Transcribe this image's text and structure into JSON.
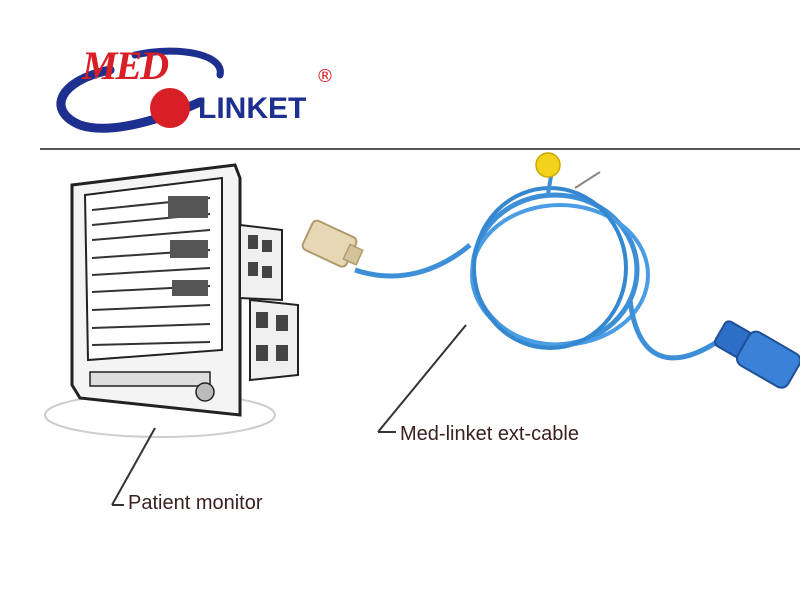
{
  "logo": {
    "brand_top": "MED",
    "brand_bottom": "LINKET",
    "registered_mark": "®",
    "colors": {
      "red": "#d81f26",
      "blue": "#1d2f8f"
    }
  },
  "labels": {
    "patient_monitor": "Patient monitor",
    "ext_cable": "Med-linket ext-cable"
  },
  "colors": {
    "cable": "#3d8fd8",
    "connector_yellow": "#f2d21b",
    "connector_beige": "#e8d7b4",
    "line": "#333333"
  },
  "icons": [
    "patient-monitor-illustration",
    "extension-cable-illustration",
    "medlinket-logo"
  ]
}
